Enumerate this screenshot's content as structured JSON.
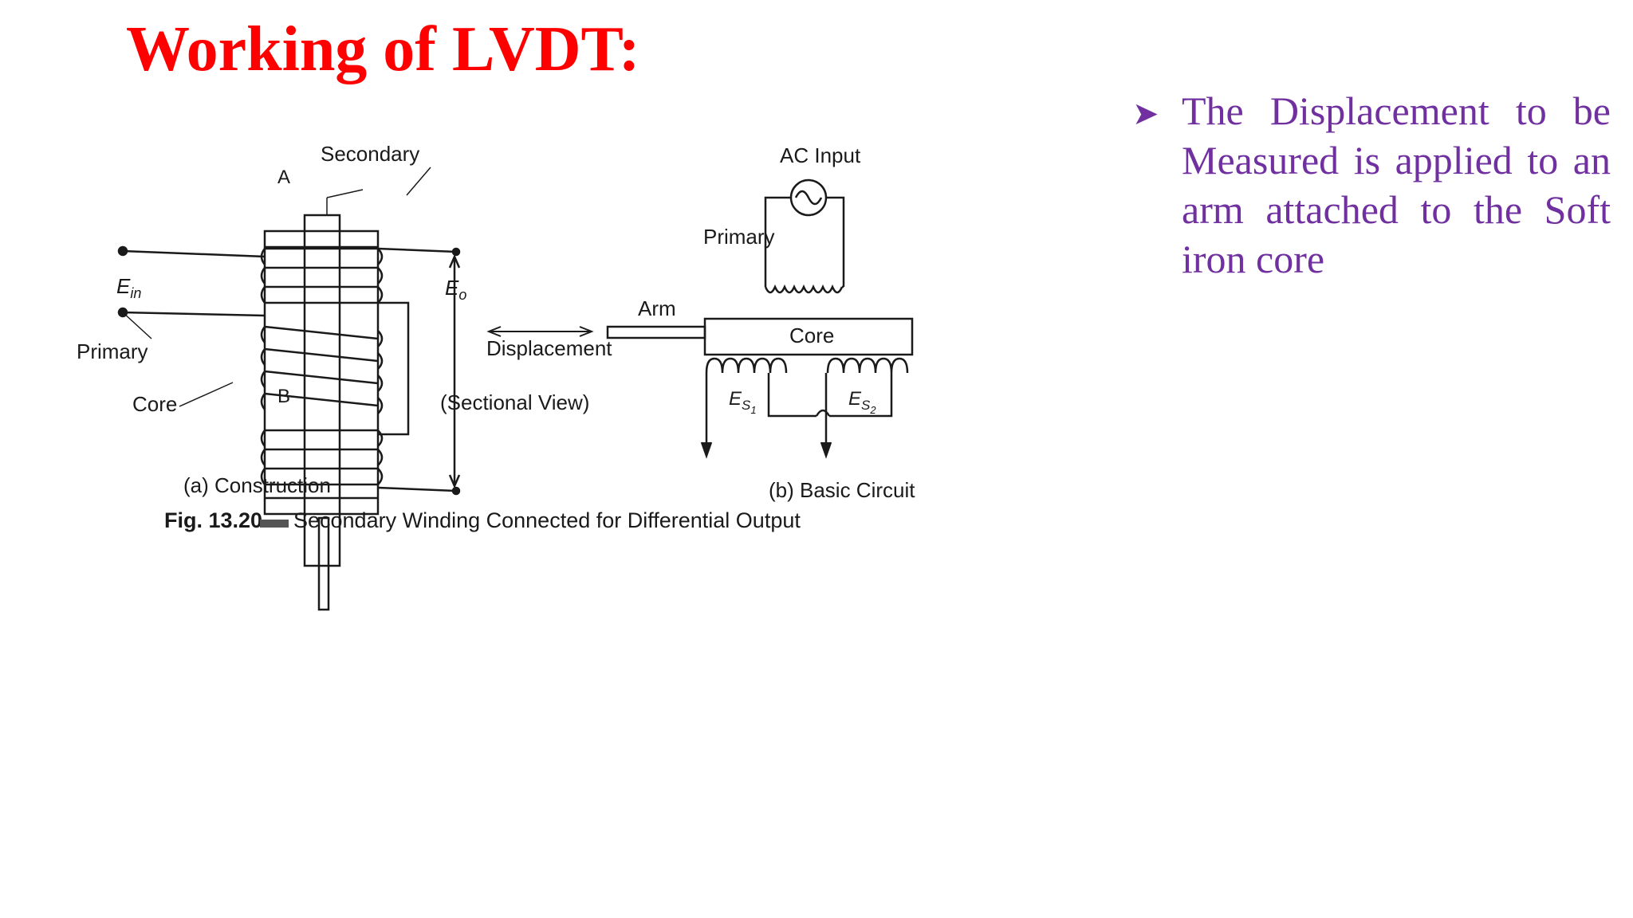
{
  "slide": {
    "title": "Working of LVDT:",
    "bullet_text": "The Displacement to be Measured is applied to an arm attached to the Soft iron core",
    "bullet_icon": "arrow-bullet-icon",
    "title_color": "#ff0000",
    "bullet_color": "#7030a0"
  },
  "figure": {
    "labels": {
      "secondary": "Secondary",
      "a": "A",
      "b": "B",
      "e_in": "E",
      "e_in_sub": "in",
      "e_o": "E",
      "e_o_sub": "o",
      "primary_left": "Primary",
      "core_left": "Core",
      "displacement": "Displacement",
      "sectional_view": "(Sectional View)",
      "ac_input": "AC Input",
      "primary_right": "Primary",
      "arm": "Arm",
      "core_right": "Core",
      "es1": "E",
      "es1_sub": "S",
      "es1_subsub": "1",
      "es2": "E",
      "es2_sub": "S",
      "es2_subsub": "2",
      "caption_a": "(a) Construction",
      "caption_b": "(b) Basic Circuit",
      "fig_number": "Fig. 13.20",
      "fig_caption": "Secondary Winding Connected for Differential Output"
    }
  }
}
